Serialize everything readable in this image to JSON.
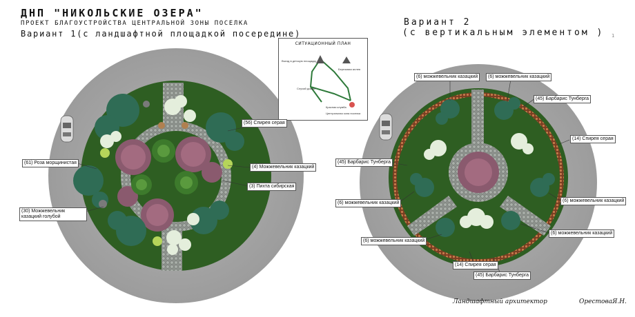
{
  "header": {
    "title": "ДНП \"НИКОЛЬСКИЕ ОЗЕРА\"",
    "subtitle": "ПРОЕКТ БЛАГОУСТРОЙСТВА ЦЕНТРАЛЬНОЙ ЗОНЫ ПОСЕЛКА",
    "variant1": "Вариант 1(с ландшафтной площадкой посередине)",
    "variant2_line1": "Вариант 2",
    "variant2_line2": "(с вертикальным элементом )",
    "corner_mark": "1"
  },
  "situation_plan": {
    "title": "СИТУАЦИОННЫЙ ПЛАН",
    "labels": [
      "Въезд в детскую площадку",
      "Березовая аллея",
      "Случай дождя",
      "Красная клумба",
      "Центральная зона поселка"
    ]
  },
  "variant1_labels": {
    "spirea": "(56) Спирея серая",
    "rose": "(61) Роза морщинистая",
    "juniper_cossack": "(4) Можжевельник казацкий",
    "fir": "(3) Пихта сибирская",
    "juniper_blue": "(30) Можжевельник казацкий голубой"
  },
  "variant2_labels": {
    "top_left": "(6) можжевельник казацкий",
    "top_right": "(6) можжевельник казацкий",
    "barberry_top": "(45) Барбарис Тунберга",
    "spirea_right": "(14) Спирея серая",
    "barberry_left": "(45) Барбарис Тунберга",
    "left_mid": "(6) можжевельник казацкий",
    "right_mid": "(6) можжевельник казацкий",
    "left_bottom": "(6) можжевельник казацкий",
    "right_bottom": "(6) можжевельник казацкий",
    "spirea_bottom": "(14) Спирея серая",
    "barberry_bottom": "(45) Барбарис Тунберга"
  },
  "footer": {
    "architect": "Ландшафтный архитектор",
    "name": "ОрестоваЯ.Н."
  },
  "colors": {
    "pavement": "#a8a8a8",
    "lawn": "#2e5e22",
    "cobble": "#8a8f8a",
    "spruce": "#2d6b4a",
    "rose_bed": "#8a5a6e",
    "spirea": "#e4eedc",
    "barberry": "#8a4a2a"
  }
}
